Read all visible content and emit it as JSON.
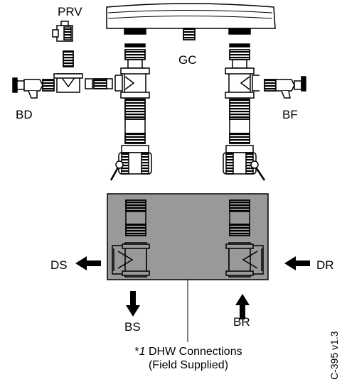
{
  "labels": {
    "prv": "PRV",
    "gc": "GC",
    "bd": "BD",
    "bf": "BF",
    "ds": "DS",
    "dr": "DR",
    "bs": "BS",
    "br": "BR"
  },
  "note": {
    "line1_prefix": "*",
    "line1_num": "1",
    "line1_text": " DHW Connections",
    "line2": "(Field Supplied)"
  },
  "figure_id": "C-395 v1.3"
}
